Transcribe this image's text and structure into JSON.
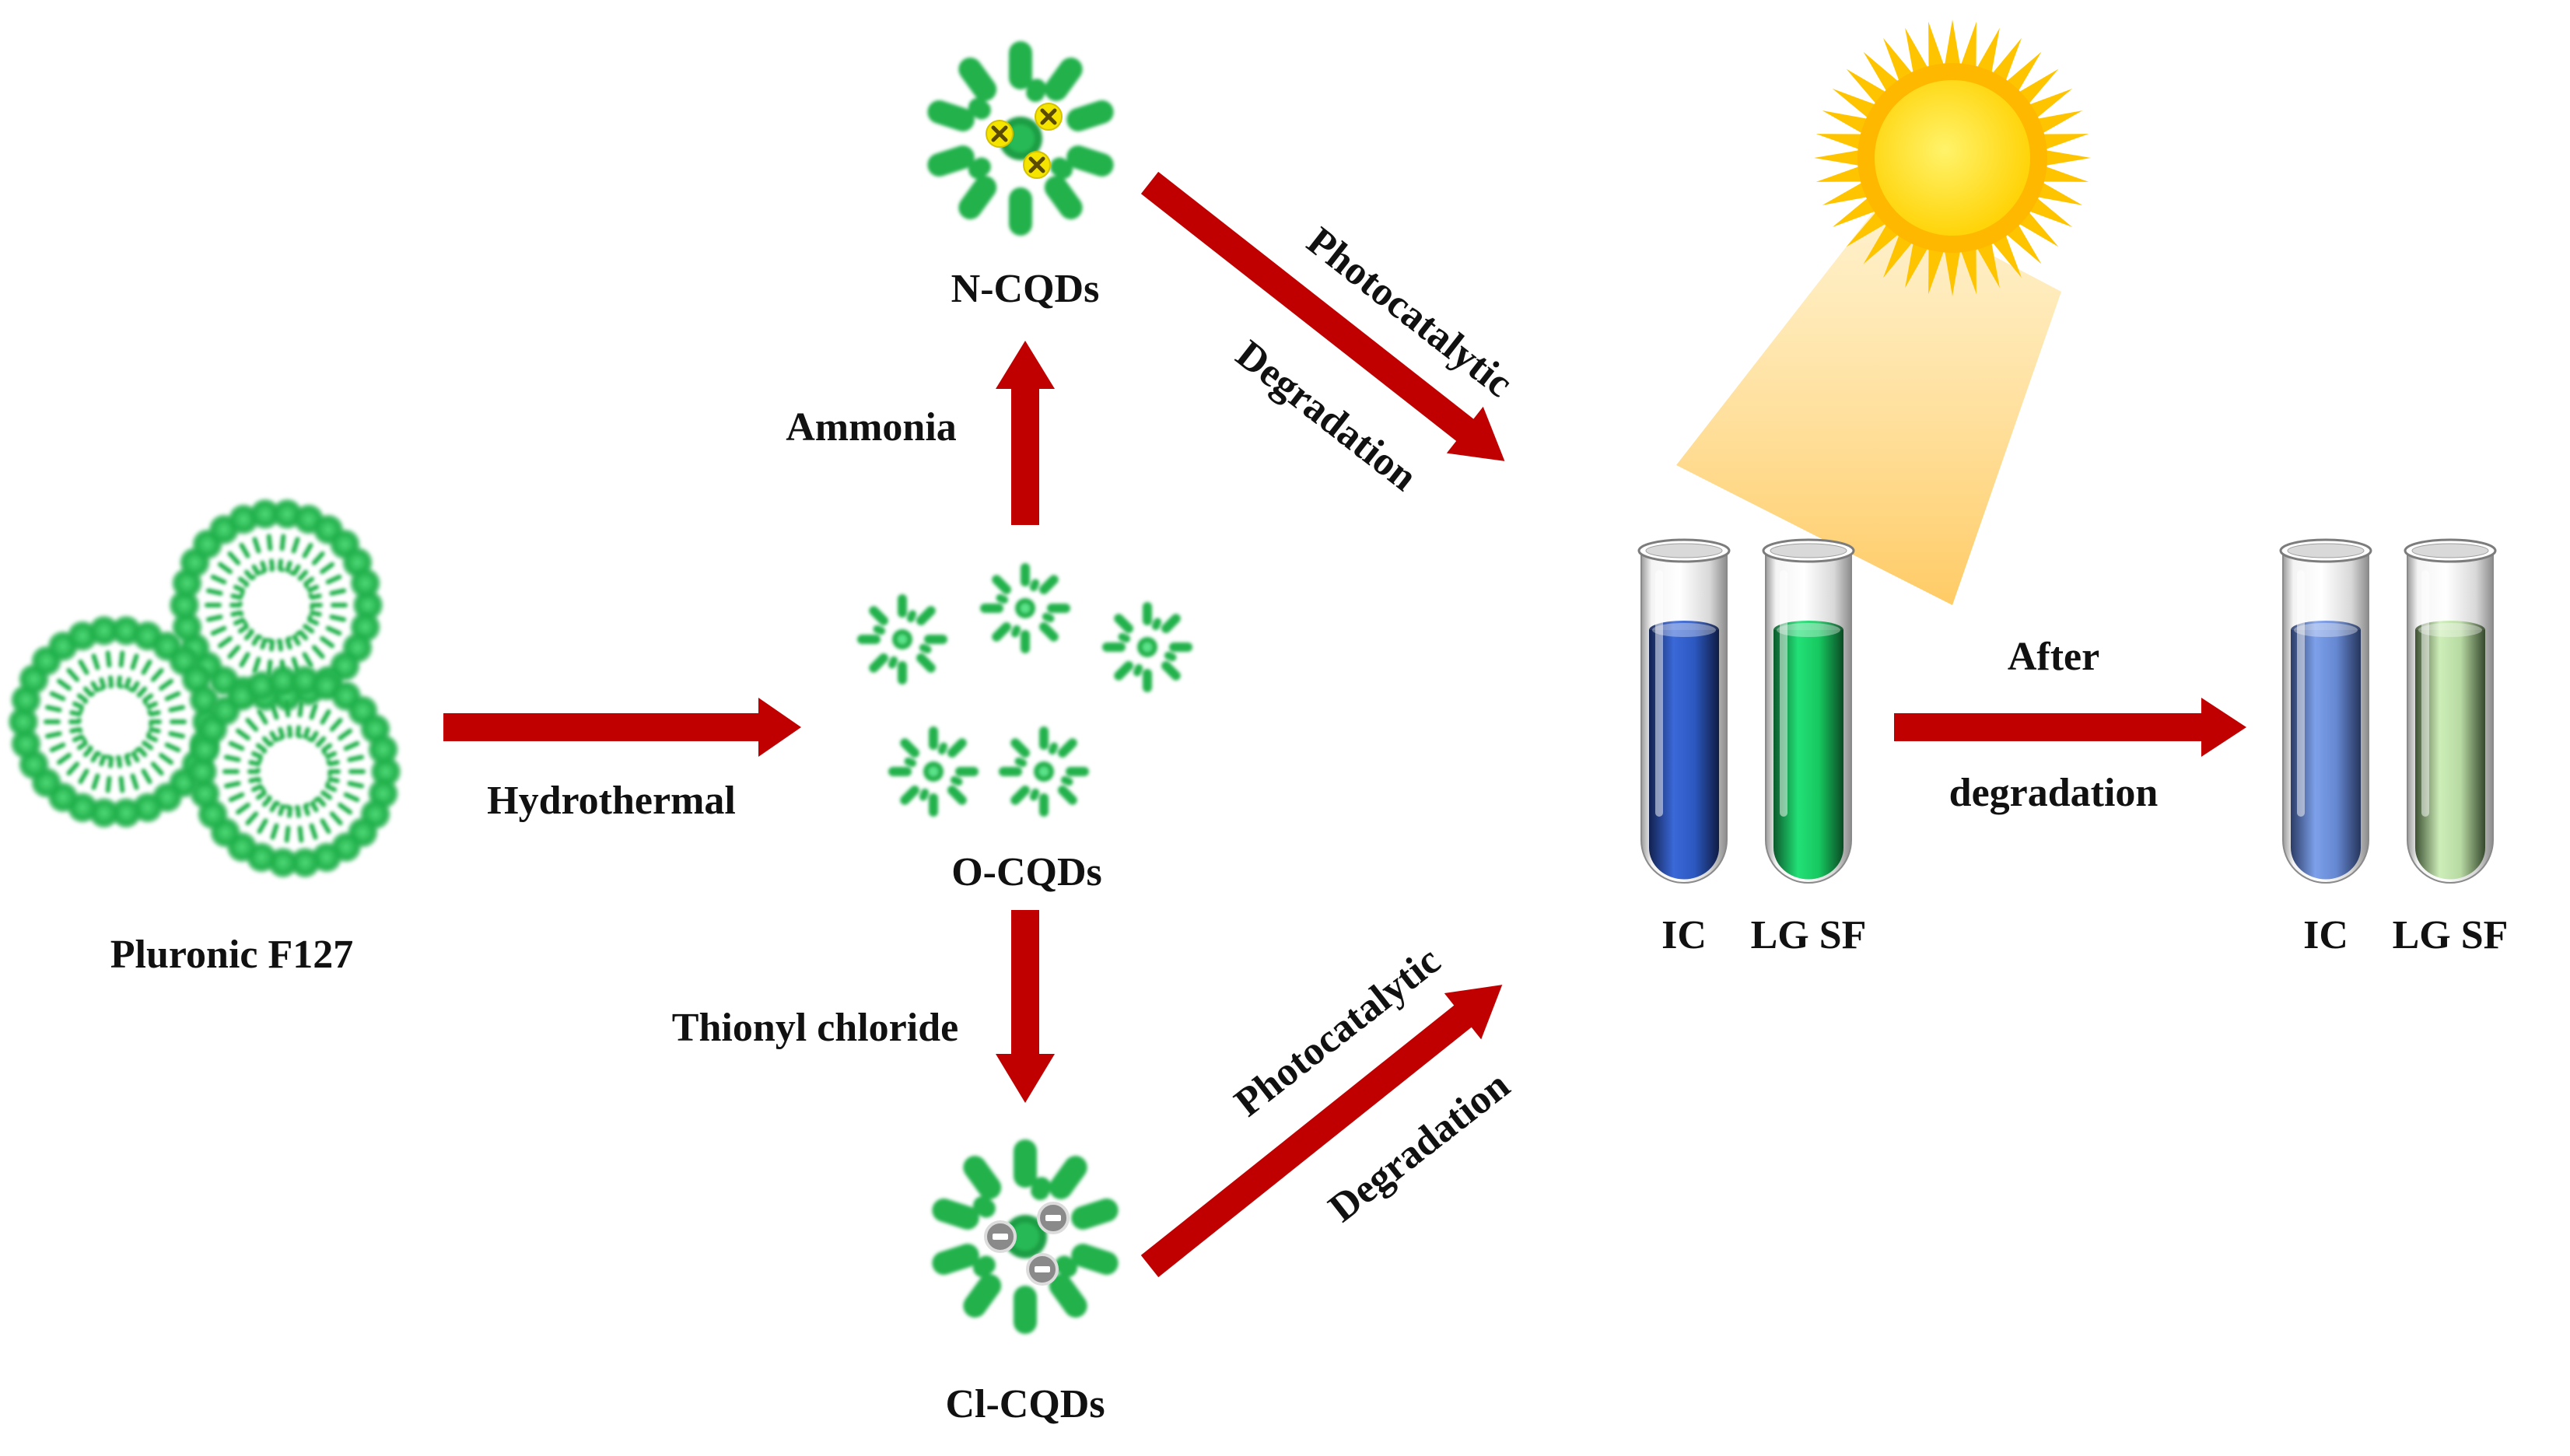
{
  "labels": {
    "pluronic": "Pluronic F127",
    "hydrothermal": "Hydrothermal",
    "o_cqds": "O-CQDs",
    "ammonia": "Ammonia",
    "n_cqds": "N-CQDs",
    "thionyl": "Thionyl chloride",
    "cl_cqds": "Cl-CQDs",
    "photocatalytic_top": "Photocatalytic",
    "degradation_top": "Degradation",
    "photocatalytic_bottom": "Photocatalytic",
    "degradation_bottom": "Degradation",
    "after": "After",
    "degradation_after": "degradation",
    "tube_before_1": "IC",
    "tube_before_2": "LG SF",
    "tube_after_1": "IC",
    "tube_after_2": "LG SF"
  },
  "colors": {
    "arrow": "#c00000",
    "dots": "#22b14c",
    "sun": "#ffd000",
    "sun_rays": "#ffc400",
    "light_beam": "#ffd56a",
    "ic_before": "#2f5fd0",
    "lgsf_before": "#18d86a",
    "ic_after": "#6f95e6",
    "lgsf_after": "#c3e6ad"
  },
  "icons": {
    "n_dopant": "yellow-star-dopant-icon",
    "cl_dopant": "grey-chloride-ion-icon",
    "sun": "sun-icon"
  }
}
